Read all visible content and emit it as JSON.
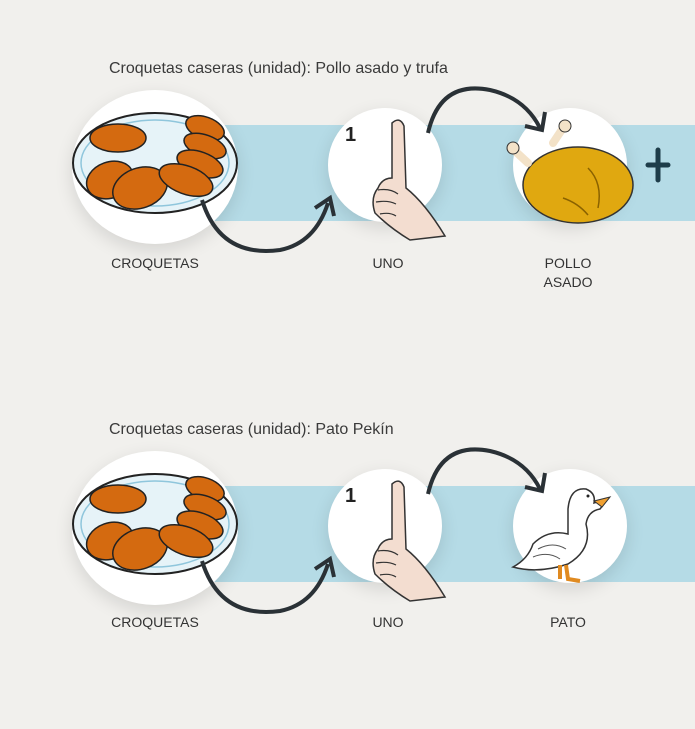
{
  "sections": [
    {
      "title": "Croquetas caseras (unidad): Pollo asado y trufa",
      "items": [
        {
          "label": "CROQUETAS",
          "icon": "croquetas-plate"
        },
        {
          "label": "UNO",
          "icon": "one-finger",
          "number": "1"
        },
        {
          "label": "POLLO ASADO",
          "icon": "roast-chicken"
        }
      ],
      "trailing_icon": "plus-icon"
    },
    {
      "title": "Croquetas caseras (unidad): Pato Pekín",
      "items": [
        {
          "label": "CROQUETAS",
          "icon": "croquetas-plate"
        },
        {
          "label": "UNO",
          "icon": "one-finger",
          "number": "1"
        },
        {
          "label": "PATO",
          "icon": "duck"
        }
      ]
    }
  ],
  "colors": {
    "band": "#b5dbe6",
    "croqueta": "#d46a10",
    "chicken": "#e0a810",
    "arrow": "#2a3136",
    "plus": "#1e3d4a"
  }
}
